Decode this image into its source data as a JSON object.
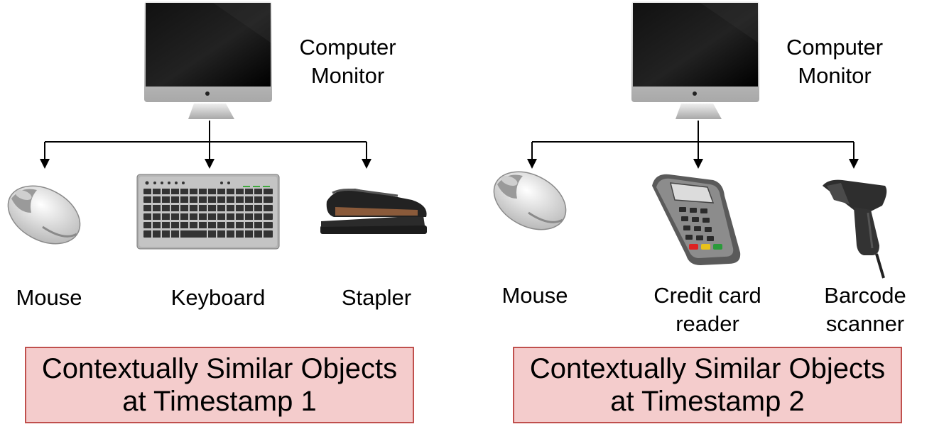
{
  "panels": [
    {
      "root": {
        "icon": "computer-monitor-icon",
        "label_line1": "Computer",
        "label_line2": "Monitor"
      },
      "children": [
        {
          "icon": "mouse-icon",
          "label_line1": "Mouse",
          "label_line2": ""
        },
        {
          "icon": "keyboard-icon",
          "label_line1": "Keyboard",
          "label_line2": ""
        },
        {
          "icon": "stapler-icon",
          "label_line1": "Stapler",
          "label_line2": ""
        }
      ],
      "caption_line1": "Contextually Similar Objects",
      "caption_line2": "at Timestamp 1"
    },
    {
      "root": {
        "icon": "computer-monitor-icon",
        "label_line1": "Computer",
        "label_line2": "Monitor"
      },
      "children": [
        {
          "icon": "mouse-icon",
          "label_line1": "Mouse",
          "label_line2": ""
        },
        {
          "icon": "credit-card-reader-icon",
          "label_line1": "Credit card",
          "label_line2": "reader"
        },
        {
          "icon": "barcode-scanner-icon",
          "label_line1": "Barcode",
          "label_line2": "scanner"
        }
      ],
      "caption_line1": "Contextually Similar Objects",
      "caption_line2": "at Timestamp 2"
    }
  ],
  "colors": {
    "caption_fill": "#f4cccc",
    "caption_border": "#c0504d",
    "connector": "#000000"
  }
}
